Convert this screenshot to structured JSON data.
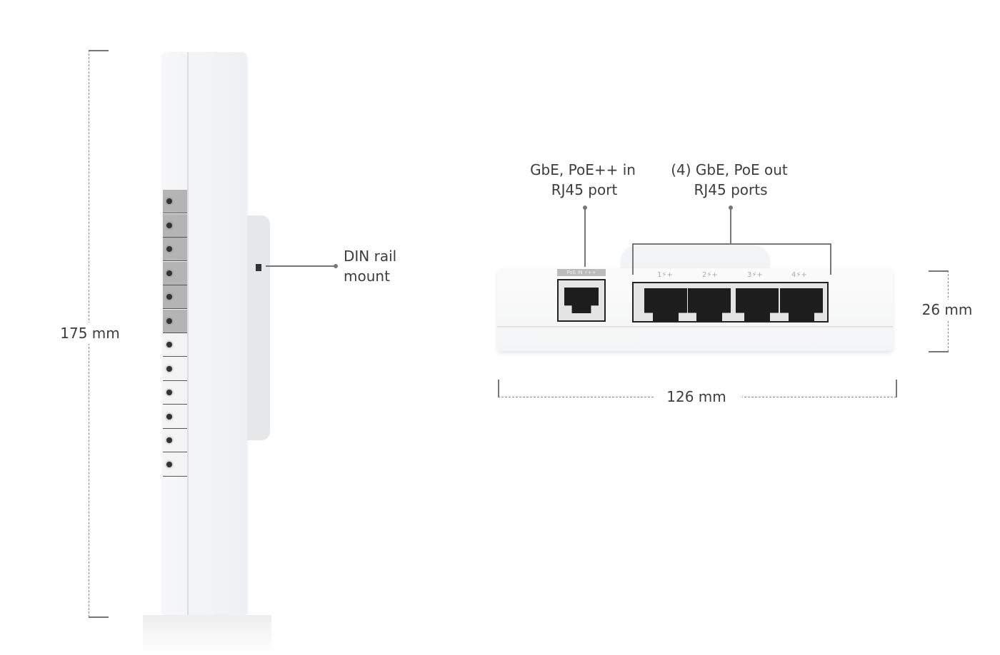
{
  "side_view": {
    "height_label": "175 mm",
    "din_label_line1": "DIN rail",
    "din_label_line2": "mount"
  },
  "front_view": {
    "poe_in_label_line1": "GbE, PoE++ in",
    "poe_in_label_line2": "RJ45 port",
    "poe_out_label_line1": "(4) GbE, PoE out",
    "poe_out_label_line2": "RJ45 ports",
    "width_label": "126 mm",
    "depth_label": "26 mm",
    "port_tag": "PoE IN ⚡++",
    "port_numbers": [
      "1⚡+",
      "2⚡+",
      "3⚡+",
      "4⚡+"
    ]
  }
}
